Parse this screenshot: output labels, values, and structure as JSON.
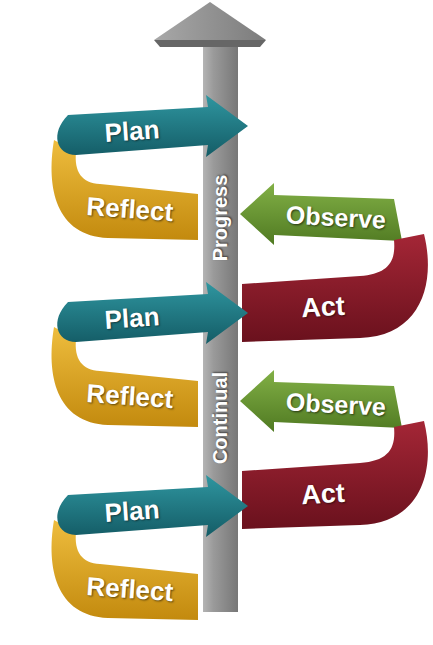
{
  "diagram": {
    "nodes": [
      {
        "text": [
          "Continual",
          "Progress"
        ]
      },
      {
        "text": [
          "Plan"
        ]
      },
      {
        "text": [
          "Reflect"
        ]
      },
      {
        "text": [
          "Observe"
        ]
      },
      {
        "text": [
          "Act"
        ]
      },
      {
        "text": [
          "Plan"
        ]
      },
      {
        "text": [
          "Reflect"
        ]
      },
      {
        "text": [
          "Observe"
        ]
      },
      {
        "text": [
          "Act"
        ]
      },
      {
        "text": [
          "Plan"
        ]
      },
      {
        "text": [
          "Reflect"
        ]
      }
    ]
  }
}
